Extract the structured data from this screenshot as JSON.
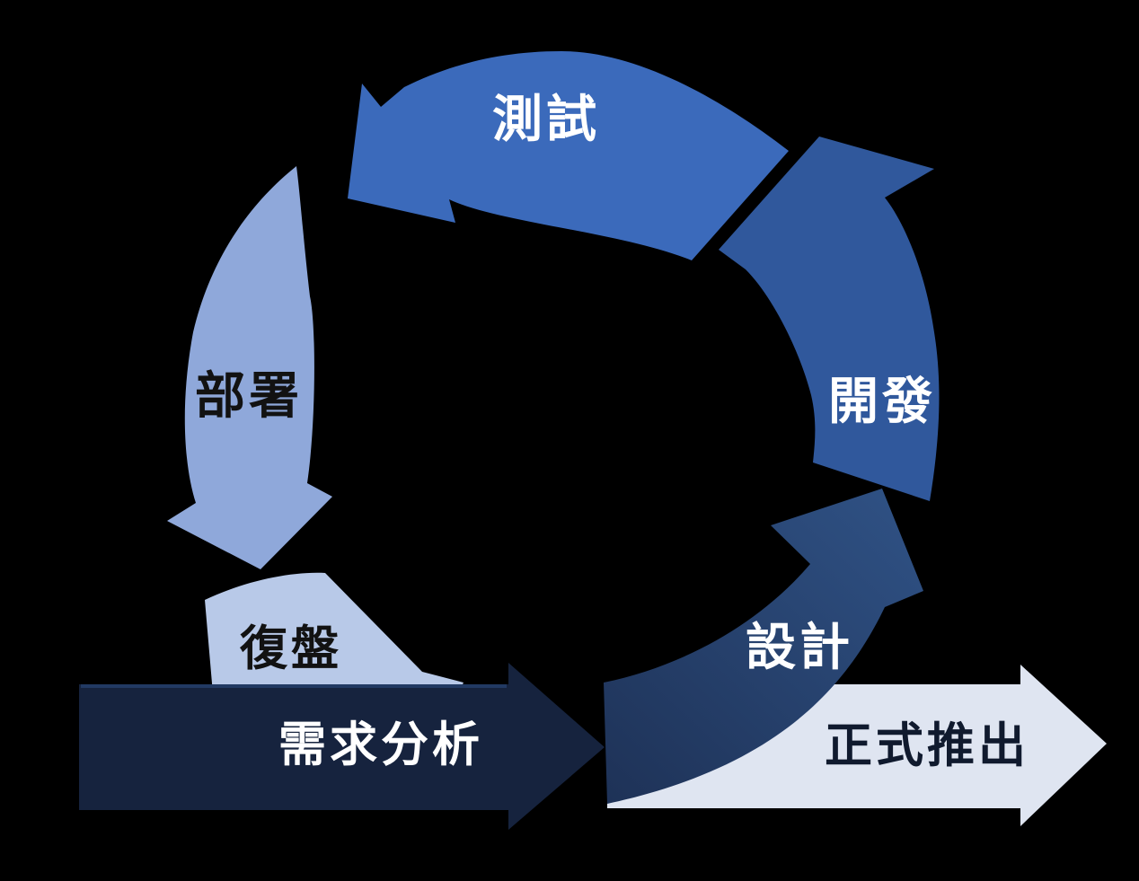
{
  "diagram": {
    "background_color": "#000000",
    "cycle_direction": "counterclockwise",
    "segments": [
      {
        "id": "testing",
        "label": "測試",
        "color": "#3b6abb",
        "text_color": "#ffffff",
        "position": "top"
      },
      {
        "id": "development",
        "label": "開發",
        "color": "#30589c",
        "text_color": "#ffffff",
        "position": "right"
      },
      {
        "id": "design",
        "label": "設計",
        "color_start": "#1e3257",
        "color_end": "#2f5184",
        "text_color": "#ffffff",
        "position": "bottom-right"
      },
      {
        "id": "deployment",
        "label": "部署",
        "color": "#8fa8da",
        "text_color": "#121212",
        "position": "left"
      },
      {
        "id": "review",
        "label": "復盤",
        "color": "#b8c9e8",
        "text_color": "#121212",
        "position": "bottom-left"
      }
    ],
    "arrows": [
      {
        "id": "requirements",
        "label": "需求分析",
        "color": "#16233e",
        "edge_color": "#223a63",
        "text_color": "#ffffff",
        "direction": "right",
        "position": "bottom-left-horizontal"
      },
      {
        "id": "launch",
        "label": "正式推出",
        "color": "#dfe5f1",
        "text_color": "#101a2e",
        "direction": "right",
        "position": "bottom-right-horizontal"
      }
    ]
  }
}
